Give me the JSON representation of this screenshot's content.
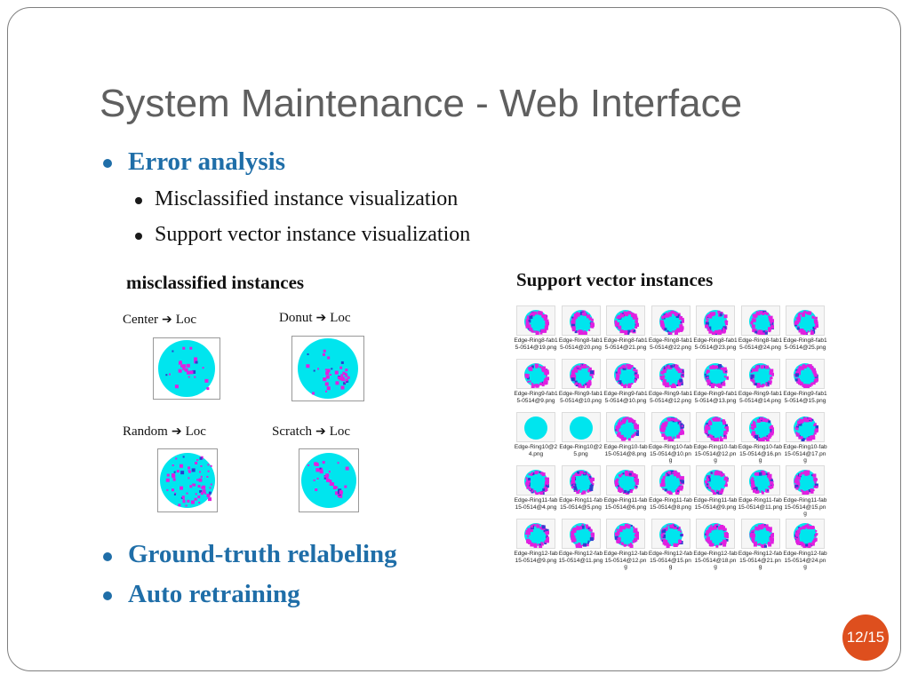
{
  "slide": {
    "title": "System Maintenance - Web Interface",
    "bullets": {
      "error_analysis": "Error analysis",
      "sub1": "Misclassified instance visualization",
      "sub2": "Support vector instance visualization",
      "relabel": "Ground-truth relabeling",
      "retrain": "Auto retraining"
    },
    "misclassified": {
      "caption": "misclassified instances",
      "items": [
        {
          "from": "Center",
          "to": "Loc"
        },
        {
          "from": "Donut",
          "to": "Loc"
        },
        {
          "from": "Random",
          "to": "Loc"
        },
        {
          "from": "Scratch",
          "to": "Loc"
        }
      ]
    },
    "support_vectors": {
      "caption": "Support vector instances",
      "files": [
        "Edge-Ring8-fab15-0514@19.png",
        "Edge-Ring8-fab15-0514@20.png",
        "Edge-Ring8-fab15-0514@21.png",
        "Edge-Ring8-fab15-0514@22.png",
        "Edge-Ring8-fab15-0514@23.png",
        "Edge-Ring8-fab15-0514@24.png",
        "Edge-Ring8-fab15-0514@25.png",
        "Edge-Ring9-fab15-0514@9.png",
        "Edge-Ring9-fab15-0514@10.png",
        "Edge-Ring9-fab15-0514@10.png",
        "Edge-Ring9-fab15-0514@12.png",
        "Edge-Ring9-fab15-0514@13.png",
        "Edge-Ring9-fab15-0514@14.png",
        "Edge-Ring9-fab15-0514@15.png",
        "Edge-Ring10@24.png",
        "Edge-Ring10@25.png",
        "Edge-Ring10-fab15-0514@8.png",
        "Edge-Ring10-fab15-0514@10.png",
        "Edge-Ring10-fab15-0514@12.png",
        "Edge-Ring10-fab15-0514@16.png",
        "Edge-Ring10-fab15-0514@17.png",
        "Edge-Ring11-fab15-0514@4.png",
        "Edge-Ring11-fab15-0514@5.png",
        "Edge-Ring11-fab15-0514@6.png",
        "Edge-Ring11-fab15-0514@8.png",
        "Edge-Ring11-fab15-0514@9.png",
        "Edge-Ring11-fab15-0514@11.png",
        "Edge-Ring11-fab15-0514@15.png",
        "Edge-Ring12-fab15-0514@9.png",
        "Edge-Ring12-fab15-0514@11.png",
        "Edge-Ring12-fab15-0514@12.png",
        "Edge-Ring12-fab15-0514@15.png",
        "Edge-Ring12-fab15-0514@18.png",
        "Edge-Ring12-fab15-0514@21.png",
        "Edge-Ring12-fab15-0514@24.png"
      ]
    },
    "page": "12/15",
    "colors": {
      "accent": "#1f6ea8",
      "title": "#5f5f5f",
      "wafer_fill": "#00e5ee",
      "defect": "#e020e0",
      "page_badge": "#de4f1e"
    }
  }
}
